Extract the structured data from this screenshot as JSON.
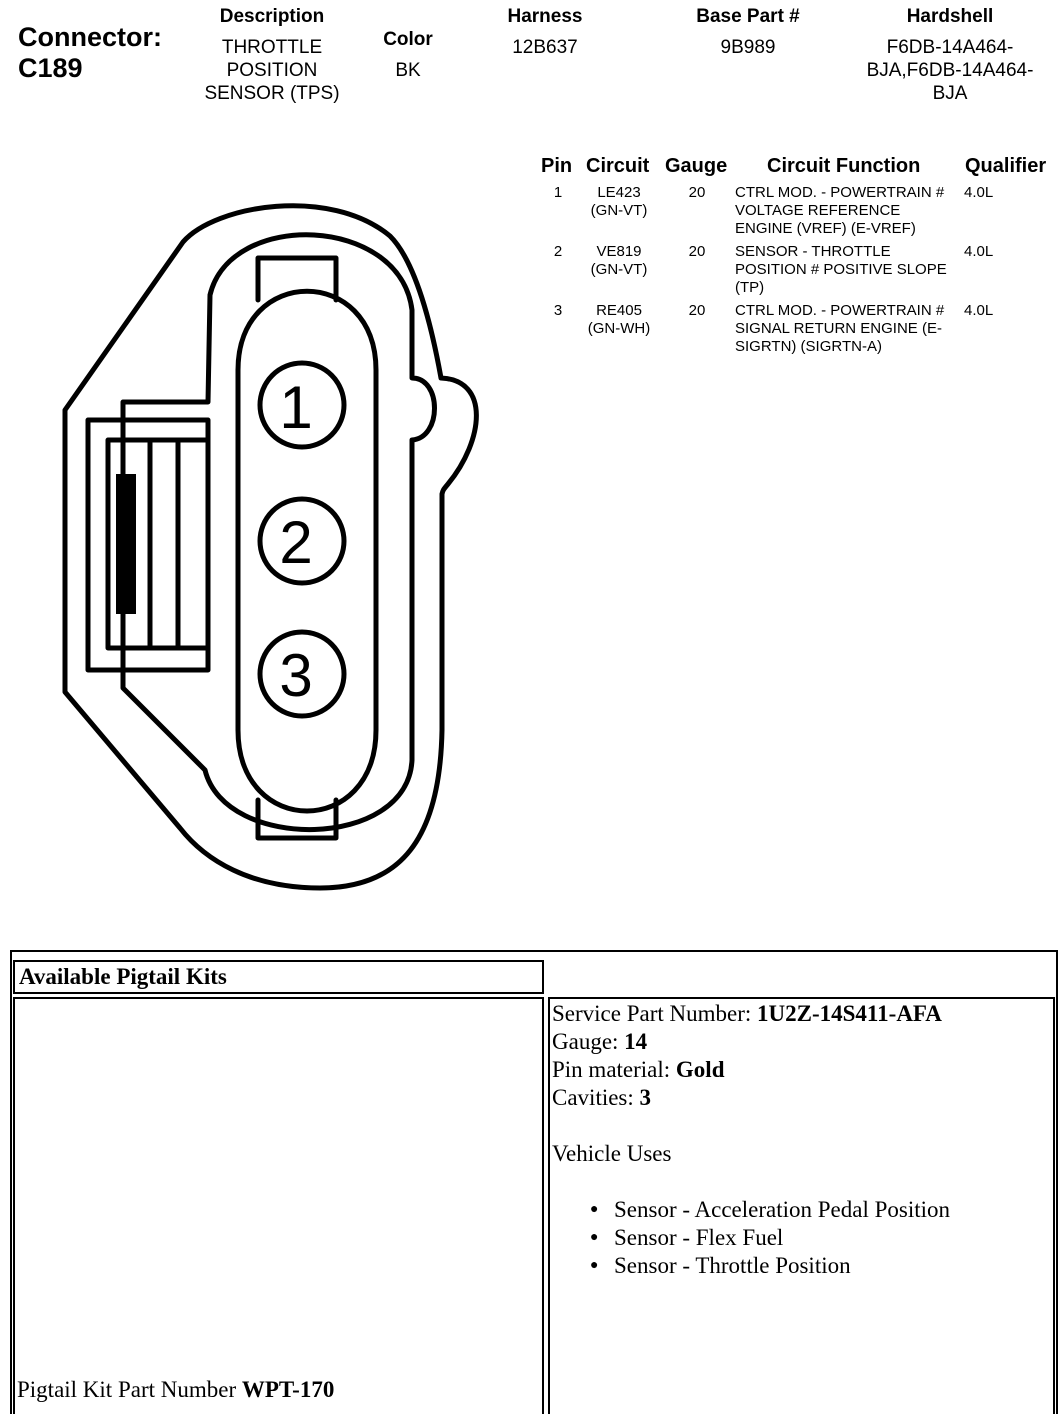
{
  "header": {
    "connector_label": "Connector:",
    "connector_id": "C189",
    "description_label": "Description",
    "description_lines": [
      "THROTTLE",
      "POSITION",
      "SENSOR (TPS)"
    ],
    "color_label": "Color",
    "color_value": "BK",
    "harness_label": "Harness",
    "harness_value": "12B637",
    "base_part_label": "Base Part #",
    "base_part_value": "9B989",
    "hardshell_label": "Hardshell",
    "hardshell_lines": [
      "F6DB-14A464-",
      "BJA,F6DB-14A464-",
      "BJA"
    ]
  },
  "pin_table": {
    "headers": [
      "Pin",
      "Circuit",
      "Gauge",
      "Circuit Function",
      "Qualifier"
    ],
    "rows": [
      {
        "pin": "1",
        "circuit": [
          "LE423",
          "(GN-VT)"
        ],
        "gauge": "20",
        "function": [
          "CTRL MOD. - POWERTRAIN #",
          "VOLTAGE REFERENCE",
          "ENGINE (VREF) (E-VREF)"
        ],
        "qualifier": "4.0L"
      },
      {
        "pin": "2",
        "circuit": [
          "VE819",
          "(GN-VT)"
        ],
        "gauge": "20",
        "function": [
          "SENSOR - THROTTLE",
          "POSITION # POSITIVE SLOPE",
          "(TP)"
        ],
        "qualifier": "4.0L"
      },
      {
        "pin": "3",
        "circuit": [
          "RE405",
          "(GN-WH)"
        ],
        "gauge": "20",
        "function": [
          "CTRL MOD. - POWERTRAIN #",
          "SIGNAL RETURN ENGINE (E-",
          "SIGRTN) (SIGRTN-A)"
        ],
        "qualifier": "4.0L"
      }
    ]
  },
  "diagram": {
    "pin_labels": [
      "1",
      "2",
      "3"
    ]
  },
  "pigtail": {
    "title": "Available Pigtail Kits",
    "service_part_label": "Service Part Number: ",
    "service_part_value": "1U2Z-14S411-AFA",
    "gauge_label": "Gauge: ",
    "gauge_value": "14",
    "pin_material_label": "Pin material: ",
    "pin_material_value": "Gold",
    "cavities_label": "Cavities: ",
    "cavities_value": "3",
    "vehicle_uses_label": "Vehicle Uses",
    "vehicle_uses": [
      "Sensor - Acceleration Pedal Position",
      "Sensor - Flex Fuel",
      "Sensor - Throttle Position"
    ],
    "kit_part_label": "Pigtail Kit Part Number ",
    "kit_part_value": "WPT-170"
  }
}
